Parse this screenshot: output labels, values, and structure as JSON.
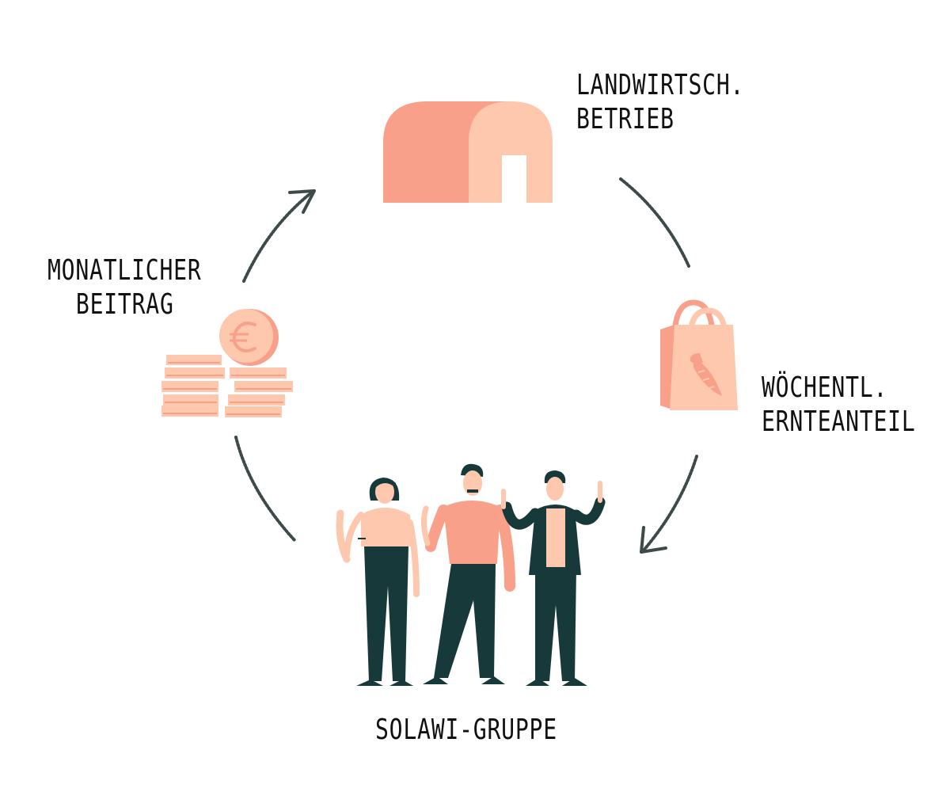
{
  "labels": {
    "farm": [
      "LANDWIRTSCH.",
      "BETRIEB"
    ],
    "contribution": [
      "MONATLICHER",
      "BEITRAG"
    ],
    "harvest_share": [
      "WÖCHENTL.",
      "ERNTEANTEIL"
    ],
    "group": "SOLAWI-GRUPPE"
  },
  "icons": {
    "farm": "greenhouse-icon",
    "contribution": "euro-coins-icon",
    "harvest_share": "shopping-bag-carrot-icon",
    "group": "people-group-icon"
  },
  "colors": {
    "salmon_dark": "#F9A08B",
    "salmon_light": "#FDC8AE",
    "arrow": "#3E4A4A",
    "dark_green": "#17393A",
    "text": "#111111"
  }
}
